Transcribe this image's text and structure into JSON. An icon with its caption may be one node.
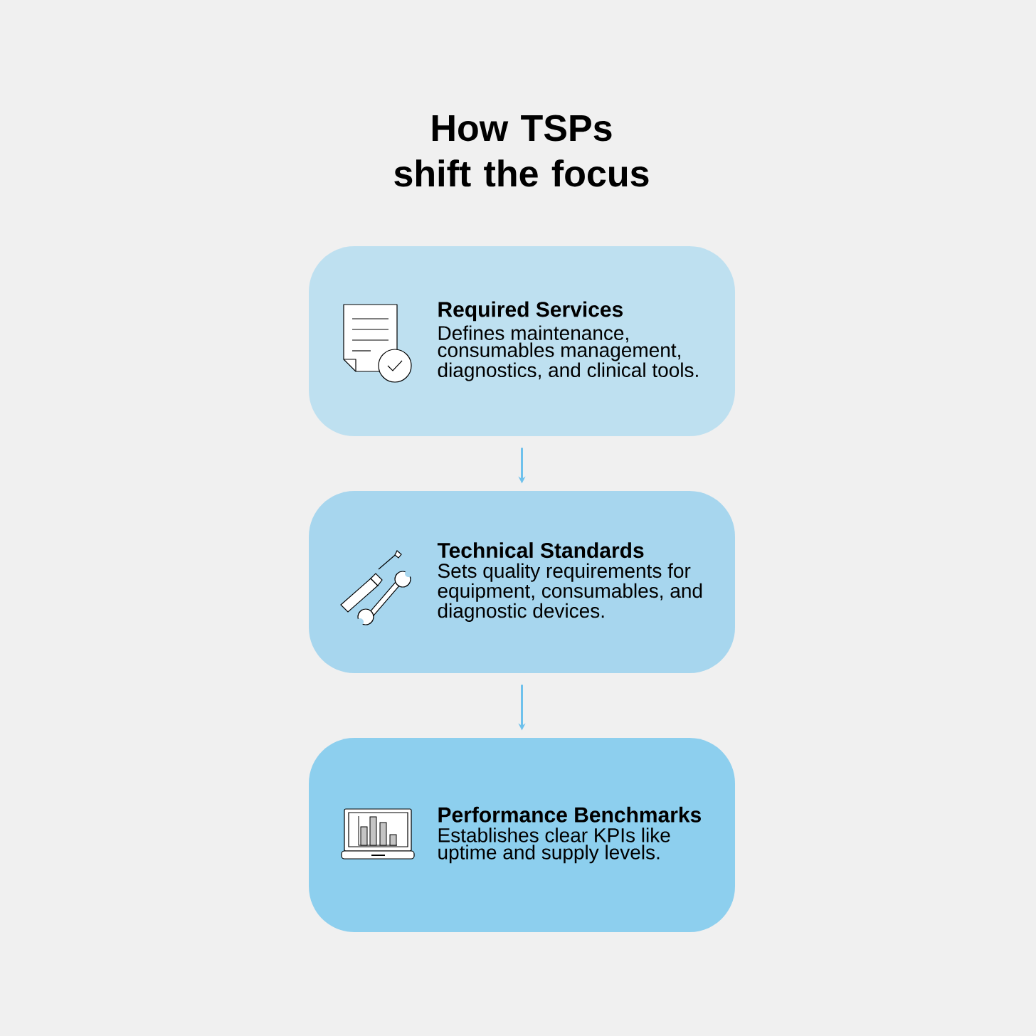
{
  "diagram": {
    "title": "How TSPs shift the focus",
    "nodes": [
      {
        "text": [
          "Required Services",
          "Defines maintenance, consumables management, diagnostics, and clinical tools."
        ]
      },
      {
        "text": [
          "Technical Standards",
          "Sets quality requirements for equipment, consumables, and diagnostic devices."
        ]
      },
      {
        "text": [
          "Performance Benchmarks",
          "Establishes clear KPIs like uptime and supply levels."
        ]
      }
    ],
    "edges": [
      {
        "from": 0,
        "to": 1,
        "arrow": "to"
      },
      {
        "from": 1,
        "to": 2,
        "arrow": "to"
      }
    ]
  }
}
